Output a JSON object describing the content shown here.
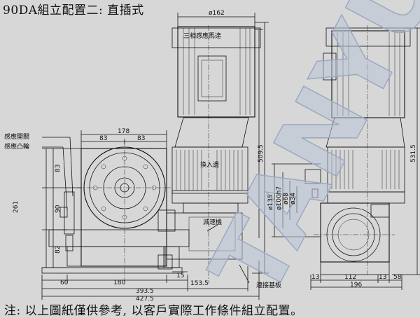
{
  "title": "90DA組立配置二: 直插式",
  "note": "注: 以上圖紙僅供參考, 以客戶實際工作條件組立配置。",
  "watermark": "TANYU",
  "labels": {
    "motor": "三相感應馬達",
    "proximity_switch": "感應開關",
    "sensing_cam": "感應凸輪",
    "reducer": "減速機",
    "adapter_plate": "連接基板",
    "housing_mark": "換入邊"
  },
  "dims": {
    "phi162": "ø162",
    "d178": "178",
    "d83a": "83",
    "d83b": "83",
    "d83v": "83",
    "d261": "261",
    "d90": "90",
    "d82": "82",
    "d60": "60",
    "d180": "180",
    "d15": "15",
    "d1535": "153.5",
    "d3935": "393.5",
    "d4275": "427.5",
    "d5095": "509.5",
    "d5315": "531.5",
    "phi135": "ø135",
    "phi100h7": "ø100h7",
    "phi68": "ø68",
    "phi34": "ø34",
    "d13a": "13",
    "d112": "112",
    "d13b": "13",
    "d58": "58",
    "d196": "196"
  }
}
